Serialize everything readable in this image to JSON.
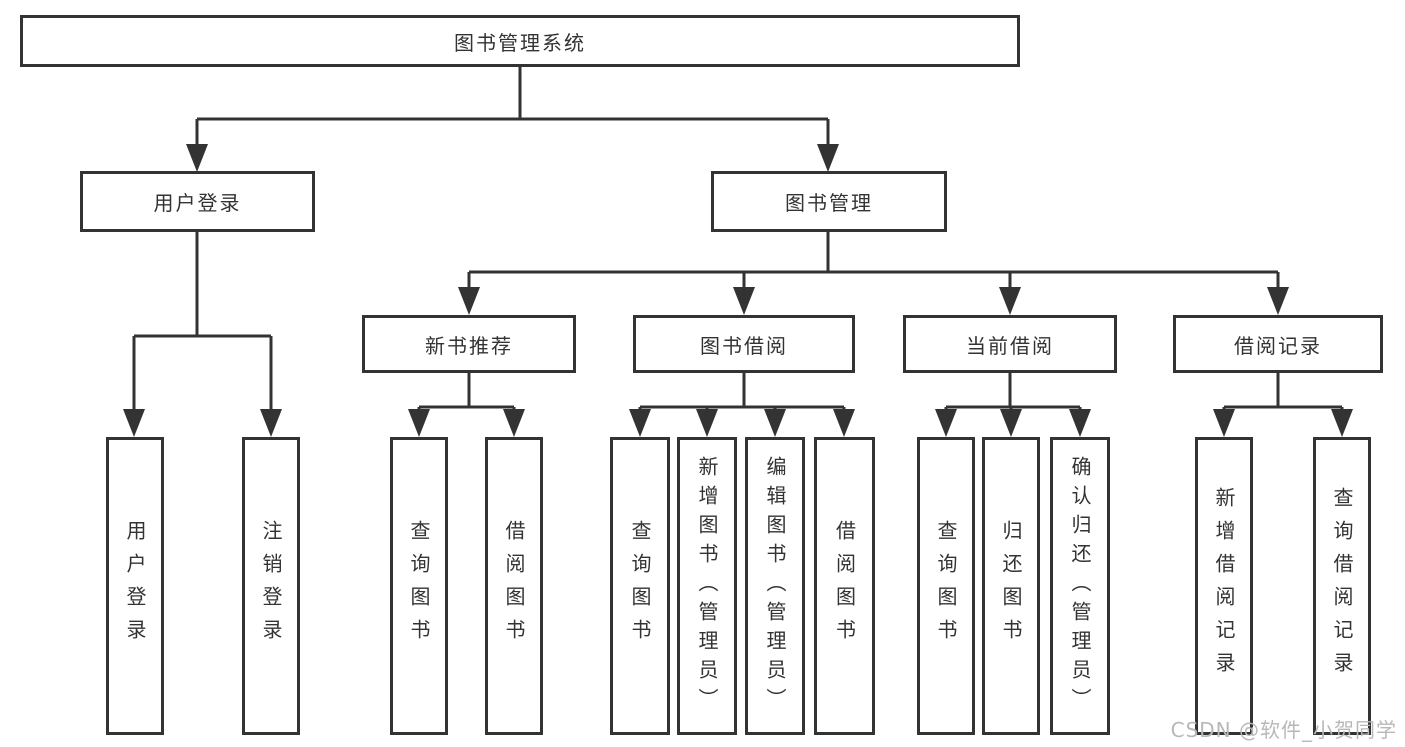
{
  "colors": {
    "line": "#333333",
    "box-border": "#333333",
    "text": "#333333",
    "watermark": "#b8b8b8",
    "background": "#ffffff"
  },
  "watermark": "CSDN @软件_小贺同学",
  "tree": {
    "label": "图书管理系统",
    "children": [
      {
        "label": "用户登录",
        "children": [
          {
            "label": "用户登录"
          },
          {
            "label": "注销登录"
          }
        ]
      },
      {
        "label": "图书管理",
        "children": [
          {
            "label": "新书推荐",
            "children": [
              {
                "label": "查询图书"
              },
              {
                "label": "借阅图书"
              }
            ]
          },
          {
            "label": "图书借阅",
            "children": [
              {
                "label": "查询图书"
              },
              {
                "label": "新增图书（管理员）"
              },
              {
                "label": "编辑图书（管理员）"
              },
              {
                "label": "借阅图书"
              }
            ]
          },
          {
            "label": "当前借阅",
            "children": [
              {
                "label": "查询图书"
              },
              {
                "label": "归还图书"
              },
              {
                "label": "确认归还（管理员）"
              }
            ]
          },
          {
            "label": "借阅记录",
            "children": [
              {
                "label": "新增借阅记录"
              },
              {
                "label": "查询借阅记录"
              }
            ]
          }
        ]
      }
    ]
  }
}
